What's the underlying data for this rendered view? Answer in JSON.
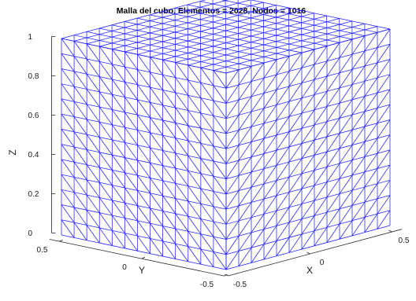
{
  "chart_data": {
    "type": "mesh3d",
    "title": "Malla del cubo, Elementos = 2028, Nodos = 1016",
    "xlabel": "X",
    "ylabel": "Y",
    "zlabel": "Z",
    "xlim": [
      -0.5,
      0.5
    ],
    "ylim": [
      -0.5,
      0.5
    ],
    "zlim": [
      0,
      1
    ],
    "x_ticks": [
      "-0.5",
      "0",
      "0.5"
    ],
    "y_ticks": [
      "0.5",
      "0",
      "-0.5"
    ],
    "z_ticks": [
      "0",
      "0.2",
      "0.4",
      "0.6",
      "0.8",
      "1"
    ],
    "x_tick_values": [
      -0.5,
      0,
      0.5
    ],
    "y_tick_values": [
      0.5,
      0,
      -0.5
    ],
    "z_tick_values": [
      0,
      0.2,
      0.4,
      0.6,
      0.8,
      1
    ],
    "elements": 2028,
    "nodes": 1016,
    "divisions_per_edge": 13,
    "mesh_color": "#1f1fff",
    "axis_color": "#262626",
    "grid": false
  }
}
